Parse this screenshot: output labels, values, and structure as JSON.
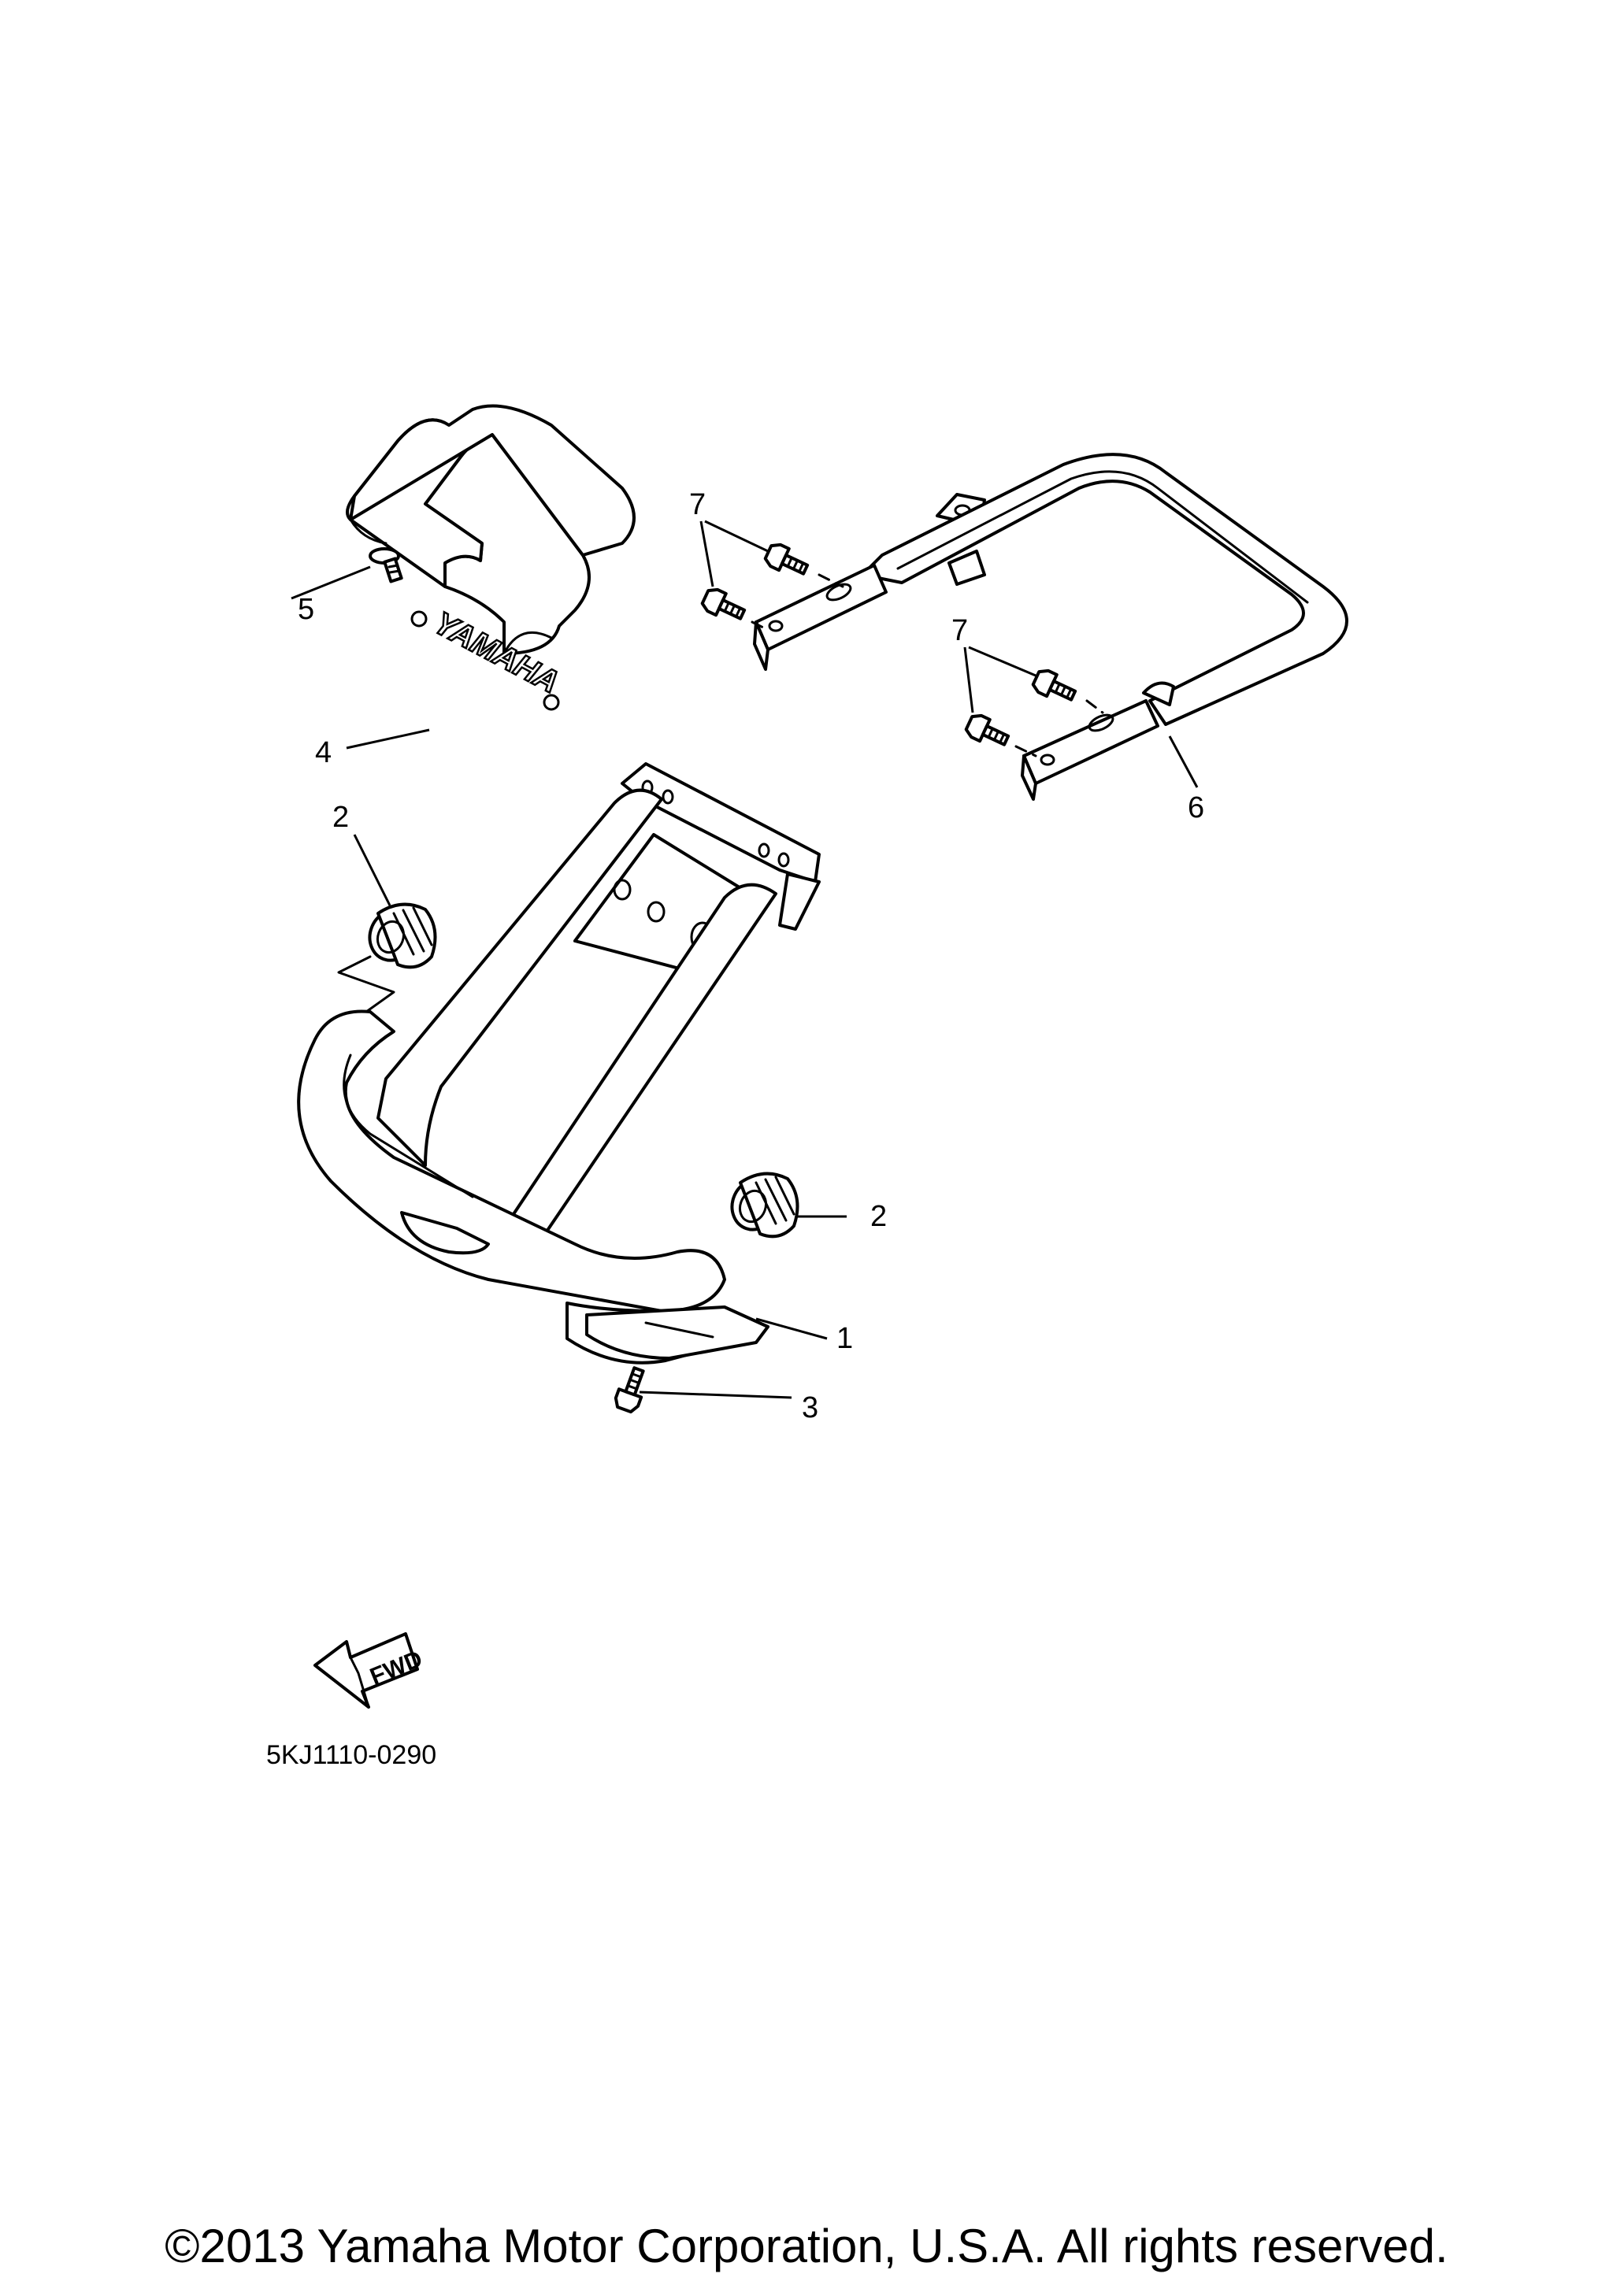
{
  "callouts": {
    "guard": "1",
    "damper_left": "2",
    "damper_right": "2",
    "bolt_lower": "3",
    "cover": "4",
    "screw_cover": "5",
    "grab_bar": "6",
    "bolt_upper_left": "7",
    "bolt_upper_right": "7"
  },
  "cover_logo": "YAMAHA",
  "fwd_label": "FWD",
  "diagram_code": "5KJ1110-0290",
  "copyright": "©2013 Yamaha Motor Corporation, U.S.A. All rights reserved."
}
